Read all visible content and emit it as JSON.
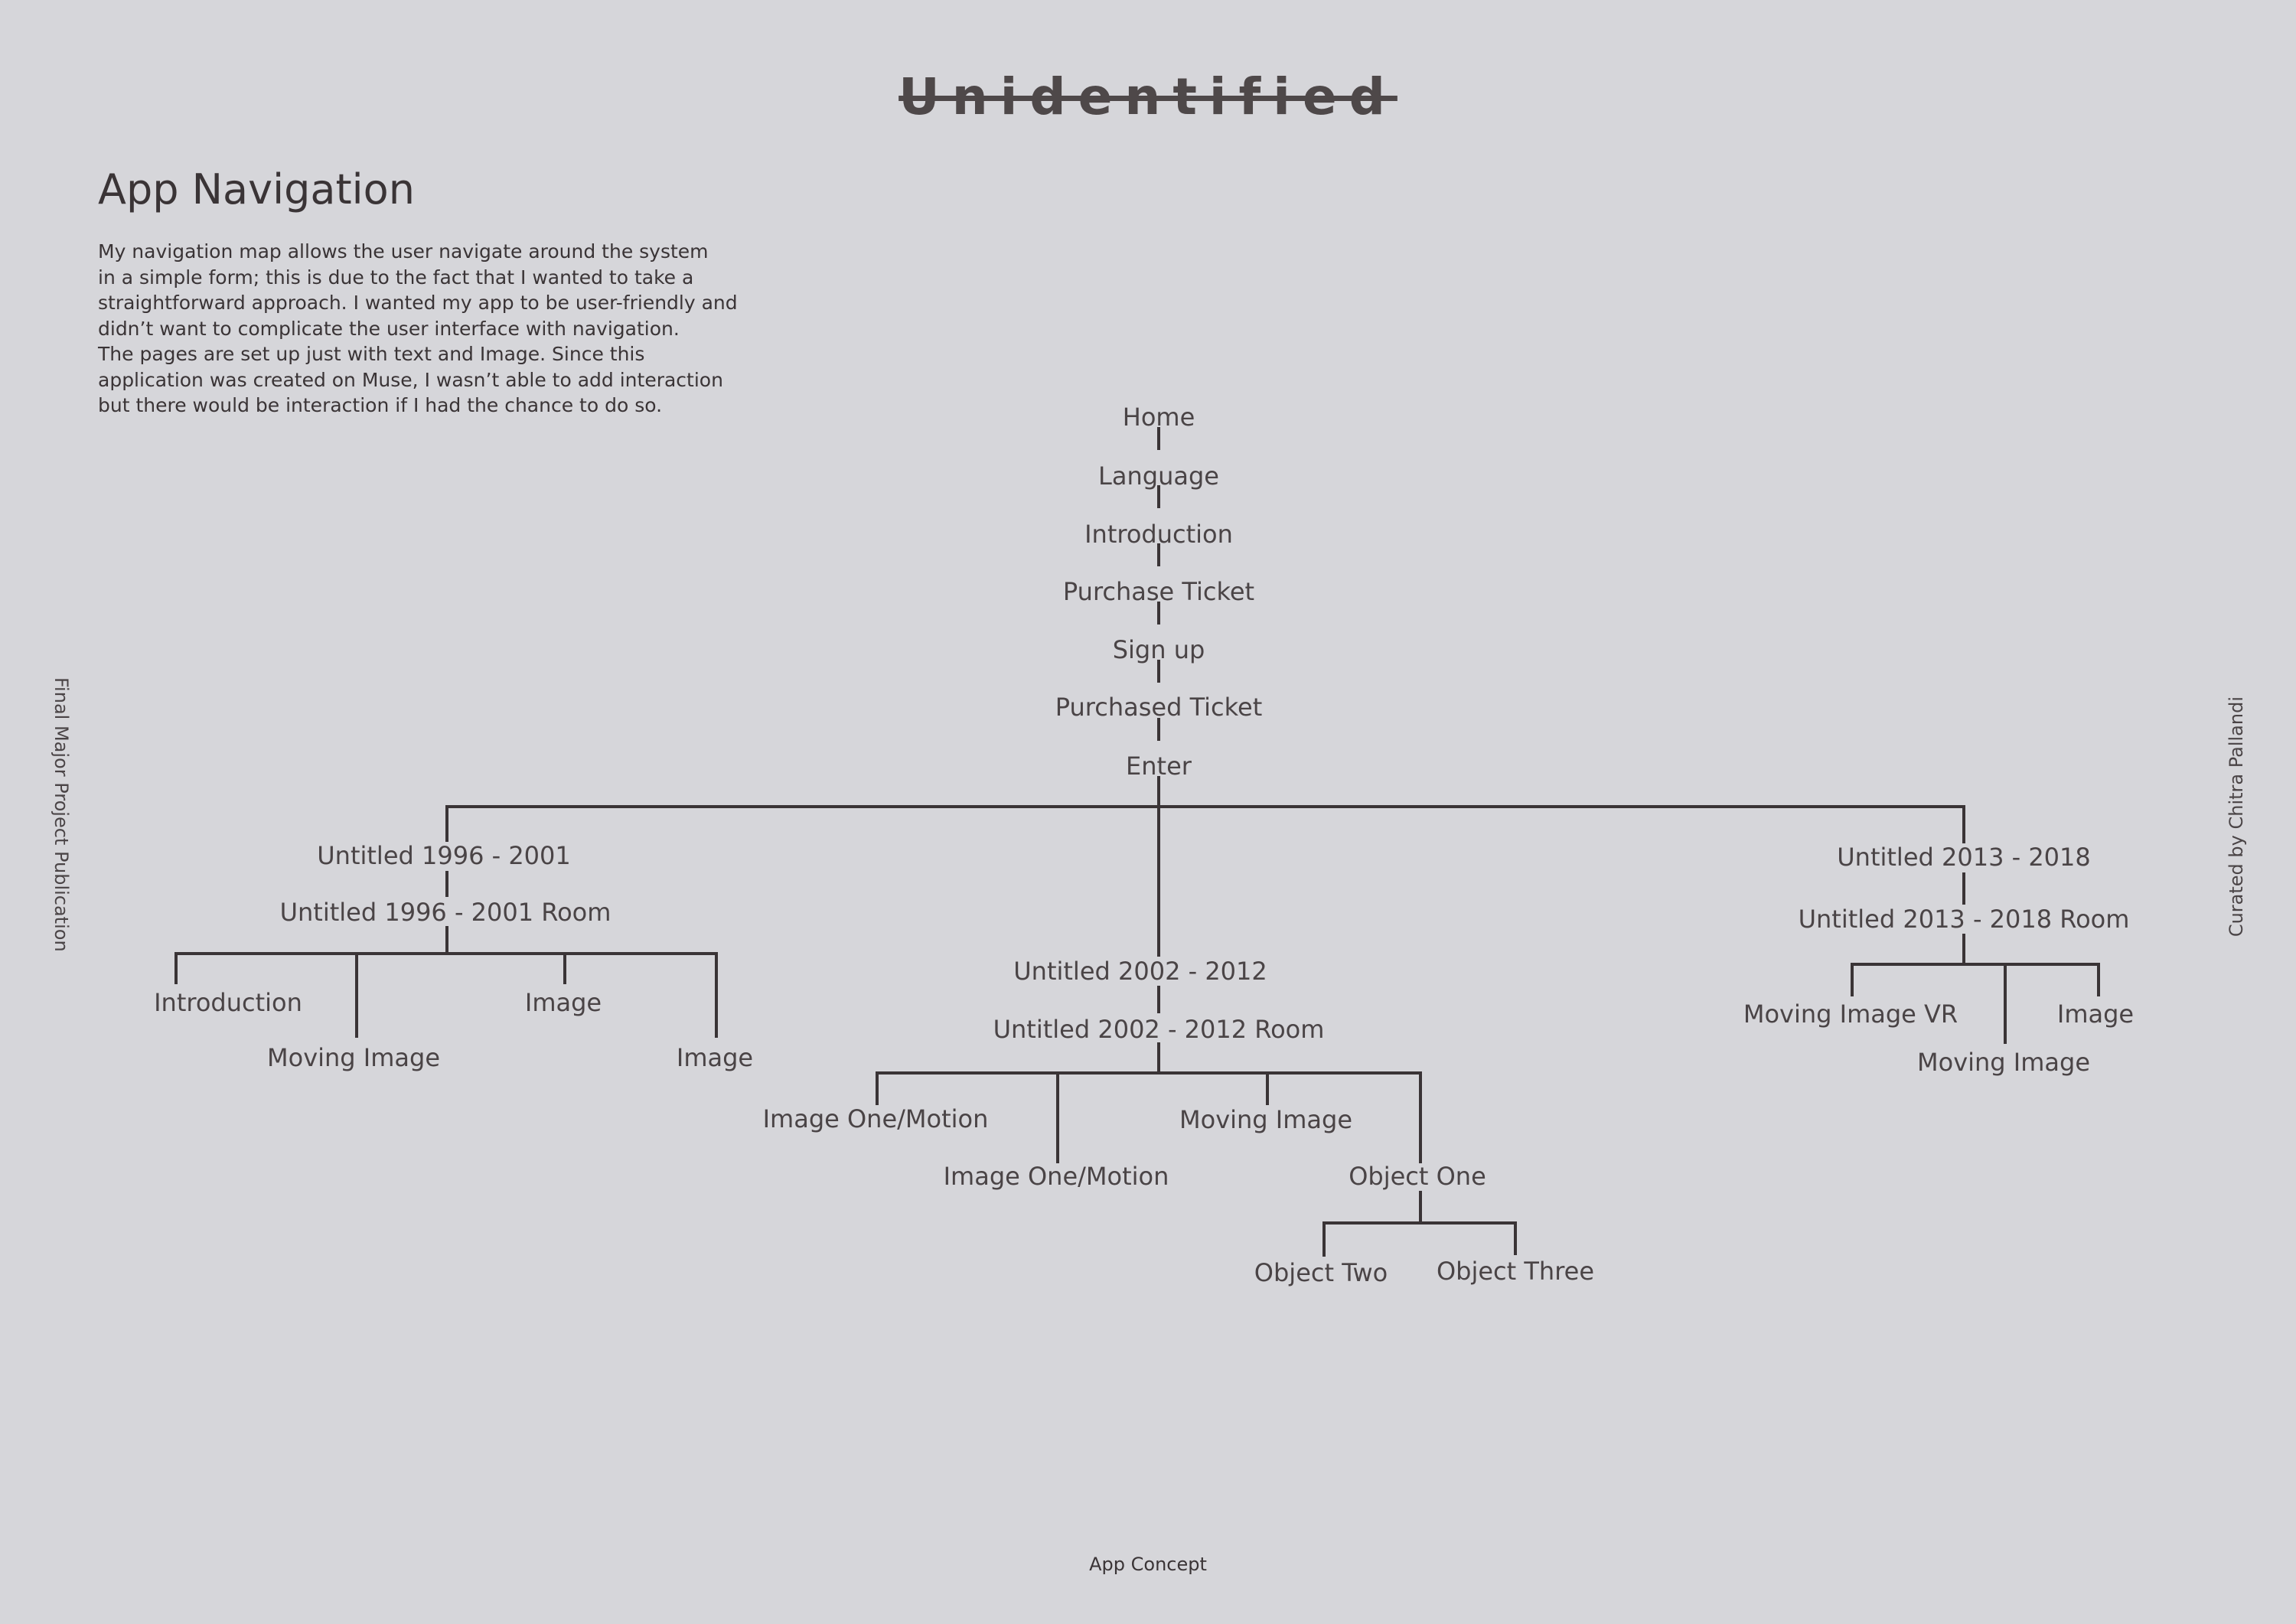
{
  "masthead": "Unidentified",
  "page_title": "App Navigation",
  "intro_lines": [
    "My navigation map allows the user navigate around the system",
    "in a simple form; this is due to the fact that I wanted to take a",
    "straightforward approach. I wanted my app to be user-friendly and",
    "didn’t want to complicate the user interface with navigation.",
    "The pages are set up just with text and Image. Since this",
    "application was created on Muse, I wasn’t able to add interaction",
    "but there would be interaction if I had the chance to do so."
  ],
  "side_left": "Final Major Project Publication",
  "side_right": "Curated by Chitra Pallandi",
  "footer": "App Concept",
  "nav_tree": {
    "main_flow": [
      "Home",
      "Language",
      "Introduction",
      "Purchase Ticket",
      "Sign up",
      "Purchased Ticket",
      "Enter"
    ],
    "branch_1996": {
      "title": "Untitled 1996 - 2001",
      "room": "Untitled 1996 - 2001 Room",
      "children": [
        "Introduction",
        "Moving Image",
        "Image",
        "Image"
      ]
    },
    "branch_2002": {
      "title": "Untitled 2002 - 2012",
      "room": "Untitled 2002 - 2012 Room",
      "children": [
        "Image One/Motion",
        "Image One/Motion",
        "Moving Image",
        "Object One"
      ],
      "object_one_children": [
        "Object Two",
        "Object Three"
      ]
    },
    "branch_2013": {
      "title": "Untitled 2013 - 2018",
      "room": "Untitled 2013 - 2018 Room",
      "children": [
        "Moving Image VR",
        "Moving Image",
        "Image"
      ]
    }
  }
}
